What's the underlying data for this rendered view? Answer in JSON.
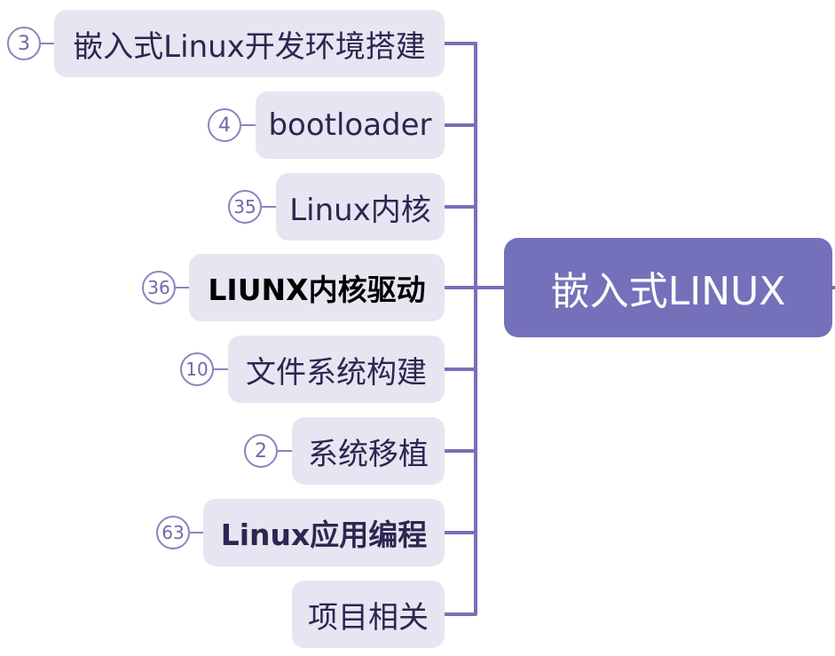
{
  "central_topic": {
    "label": "嵌入式LINUX"
  },
  "branches": [
    {
      "label": "嵌入式Linux开发环境搭建",
      "count": "3",
      "bold": false
    },
    {
      "label": "bootloader",
      "count": "4",
      "bold": false
    },
    {
      "label": "Linux内核",
      "count": "35",
      "bold": false
    },
    {
      "label": "LIUNX内核驱动",
      "count": "36",
      "bold": true
    },
    {
      "label": "文件系统构建",
      "count": "10",
      "bold": false
    },
    {
      "label": "系统移植",
      "count": "2",
      "bold": false
    },
    {
      "label": "Linux应用编程",
      "count": "63",
      "bold": true
    },
    {
      "label": "项目相关",
      "count": "",
      "bold": false
    }
  ],
  "colors": {
    "connector": "#7570ba",
    "central_fill": "#7570ba",
    "branch_fill": "#e7e5f1",
    "badge_stroke": "#8a84c0"
  }
}
